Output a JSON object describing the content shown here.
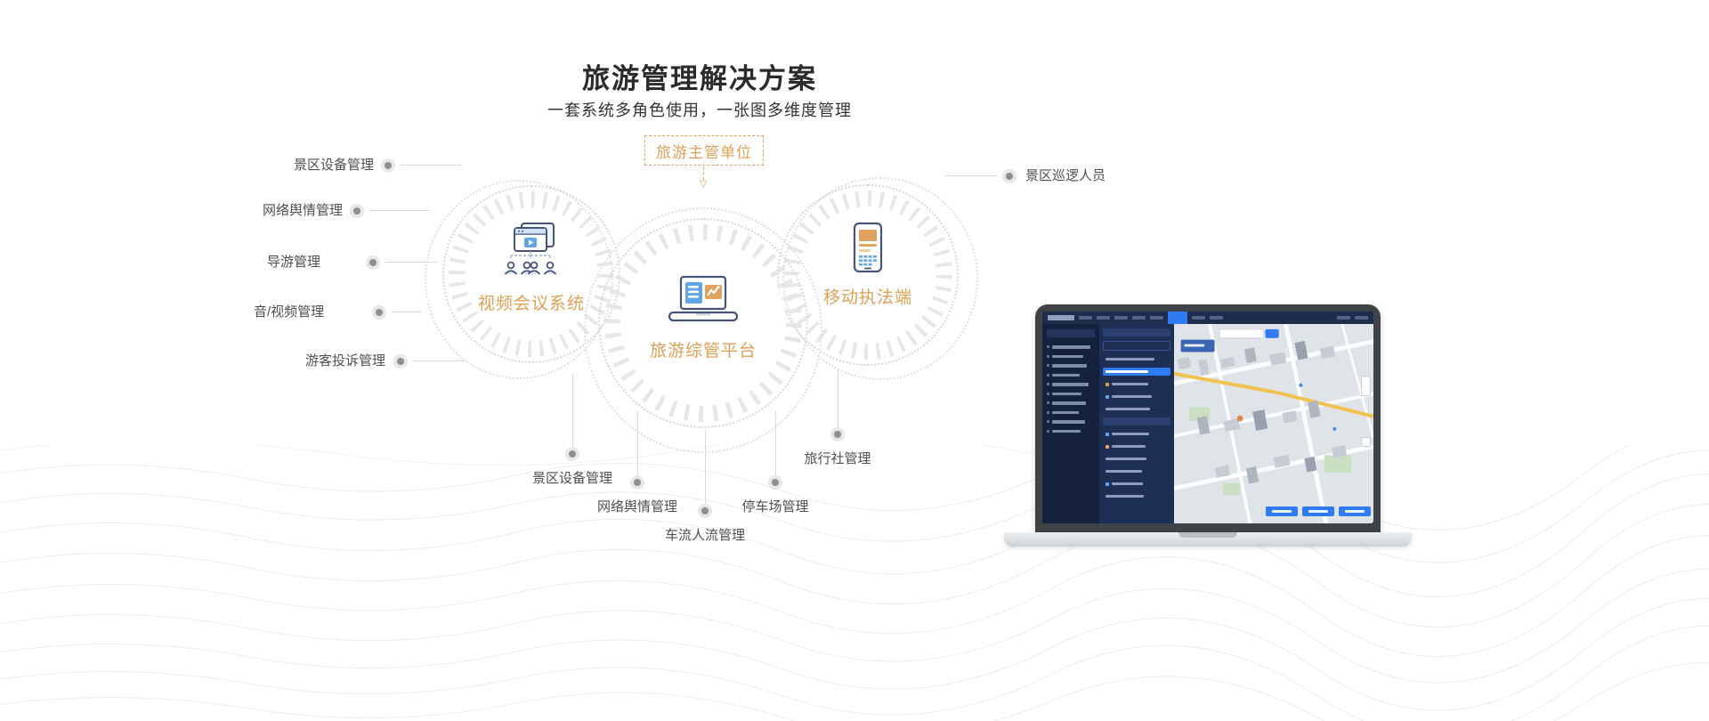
{
  "page": {
    "title": "旅游管理解决方案",
    "subtitle": "一套系统多角色使用，一张图多维度管理"
  },
  "diagram": {
    "authority_box": "旅游主管单位",
    "nodes": {
      "video": "视频会议系统",
      "platform": "旅游综管平台",
      "mobile": "移动执法端"
    },
    "left_labels": [
      "景区设备管理",
      "网络舆情管理",
      "导游管理",
      "音/视频管理",
      "游客投诉管理"
    ],
    "right_labels": [
      "景区巡逻人员"
    ],
    "bottom_labels": [
      "景区设备管理",
      "网络舆情管理",
      "车流人流管理",
      "停车场管理",
      "旅行社管理"
    ]
  },
  "icons": {
    "arrow_down": "▽"
  },
  "colors": {
    "accent_orange": "#DFA15A",
    "icon_navy": "#46537A",
    "icon_blue": "#63A6E8",
    "icon_orange": "#DFA35F",
    "text_dark": "#333333",
    "label_gray": "#4F4F4F",
    "dot_gray": "#8F8F8F",
    "line_gray": "#DADADA",
    "screen_navy": "#1F2D4D",
    "screen_blue": "#2F7BF2"
  }
}
